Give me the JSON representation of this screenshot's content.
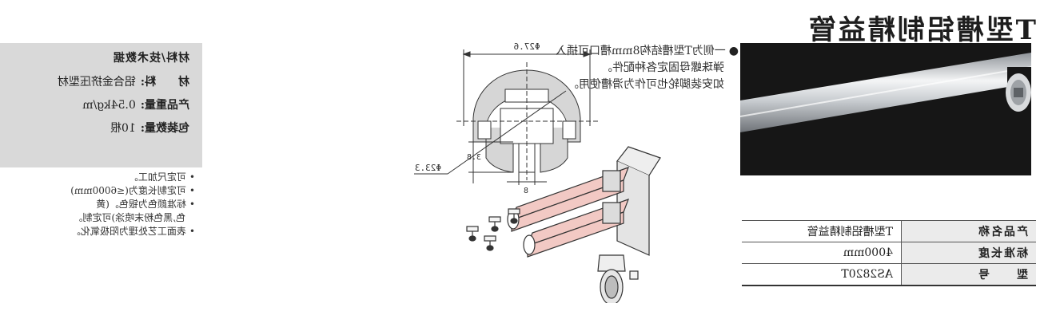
{
  "title": "T型槽铝制精益管",
  "bullets": [
    "一侧为T型槽结构8mm槽口可插入",
    "弹珠螺母固定各种配件。",
    "如安装脚轮也可作为滑槽使用。"
  ],
  "spec_table": [
    {
      "label": "产品名称",
      "value": "T型槽铝制精益管"
    },
    {
      "label": "标准长度",
      "value": "4000mm"
    },
    {
      "label": "型　　号",
      "value": "AS2820T"
    }
  ],
  "drawing": {
    "outer_diameter": "Φ27.6",
    "inner_diameter": "Φ23.3",
    "slot_width": "8",
    "slot_depth": "3.8"
  },
  "material": {
    "heading": "材料/技术数据",
    "rows": [
      {
        "key": "材　　料:",
        "value": "铝合金挤压型材"
      },
      {
        "key": "产品重量:",
        "value": "0.54kg/m"
      },
      {
        "key": "包装数量:",
        "value": "10根"
      }
    ]
  },
  "notes": [
    "可定尺加工。",
    "可定制长度为(≤6000mm)",
    "标准颜色为银色。(黄",
    "色,黑色粉末喷涂)可定制。",
    "表面工艺处理为阳极氧化。"
  ],
  "colors": {
    "photo_bg": "#161616",
    "table_label_bg": "#ebebeb",
    "material_box_bg": "#d9d9d9",
    "tube_highlight": "#f2c9c4"
  }
}
